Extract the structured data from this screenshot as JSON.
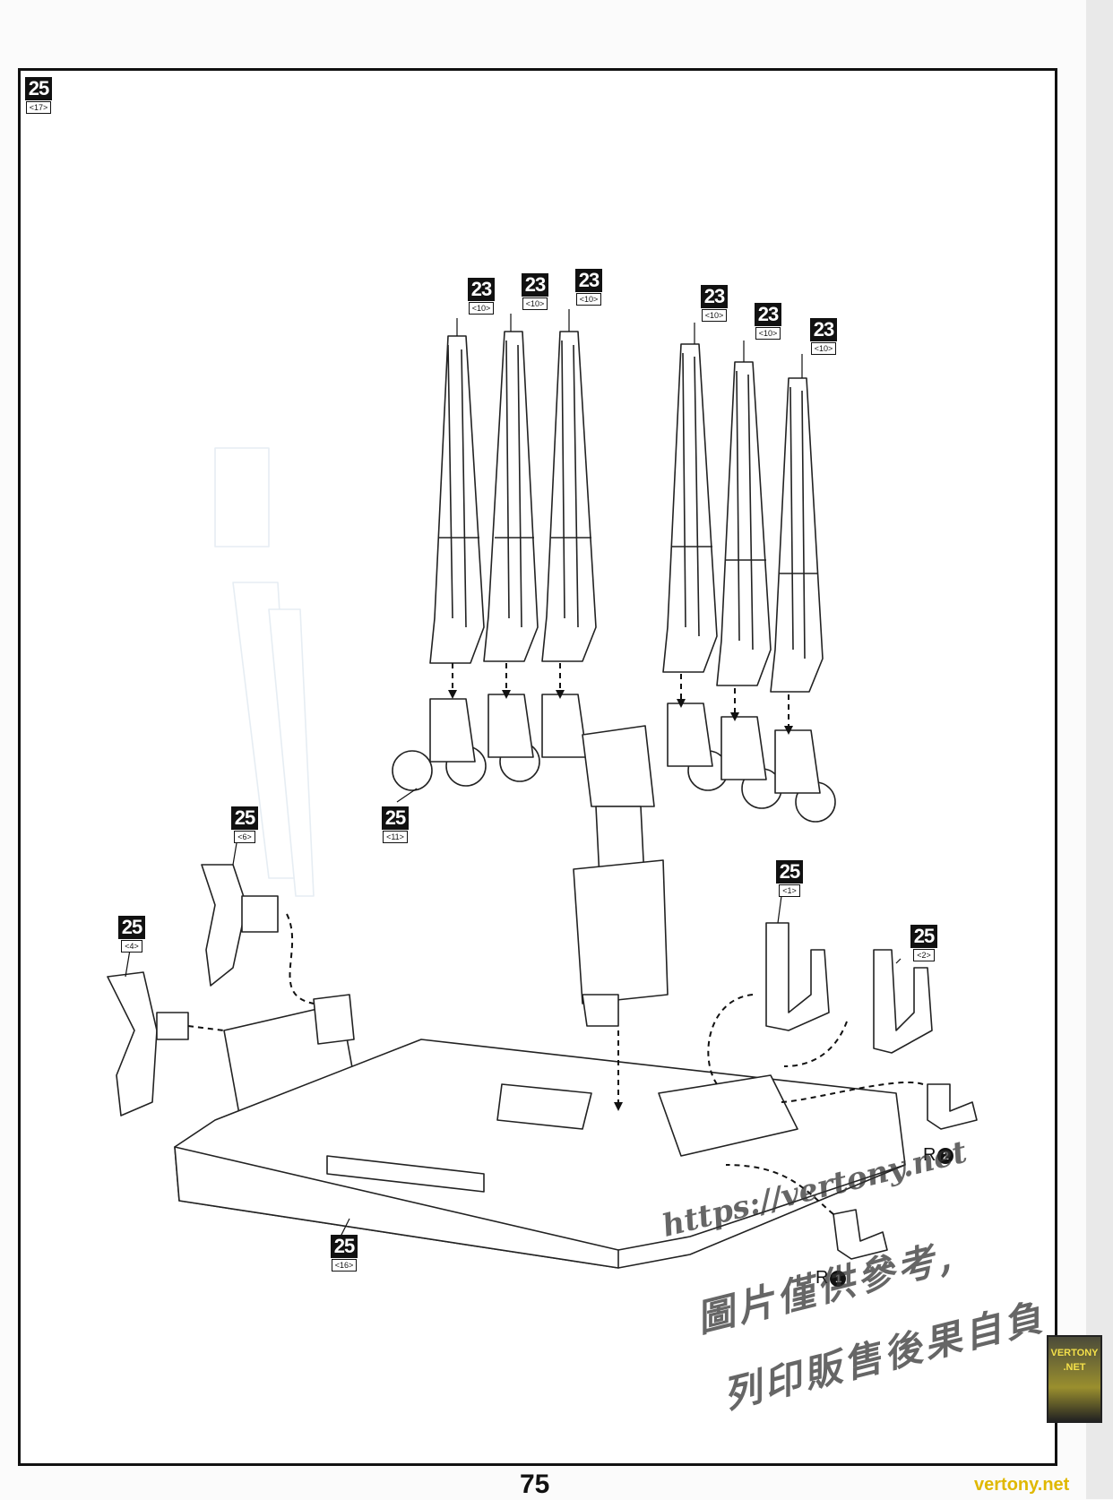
{
  "page_number": "75",
  "step": {
    "number": "25",
    "sub": "<17>"
  },
  "tags": {
    "t1": {
      "number": "23",
      "sub": "<10>"
    },
    "t2": {
      "number": "23",
      "sub": "<10>"
    },
    "t3": {
      "number": "23",
      "sub": "<10>"
    },
    "t4": {
      "number": "23",
      "sub": "<10>"
    },
    "t5": {
      "number": "23",
      "sub": "<10>"
    },
    "t6": {
      "number": "23",
      "sub": "<10>"
    },
    "hub": {
      "number": "25",
      "sub": "<11>"
    },
    "left_upper": {
      "number": "25",
      "sub": "<6>"
    },
    "left_lower": {
      "number": "25",
      "sub": "<4>"
    },
    "right_upper": {
      "number": "25",
      "sub": "<1>"
    },
    "right_lower": {
      "number": "25",
      "sub": "<2>"
    },
    "base": {
      "number": "25",
      "sub": "<16>"
    }
  },
  "callouts": {
    "r2": {
      "letter": "R",
      "num": "2"
    },
    "r1": {
      "letter": "R",
      "num": "1"
    }
  },
  "watermark": {
    "url": "https://vertony.net",
    "line1": "圖片僅供參考,",
    "line2": "列印販售後果自負"
  },
  "badge": {
    "line1": "VERTONY",
    "line2": ".NET"
  },
  "footer_url": "vertony.net"
}
